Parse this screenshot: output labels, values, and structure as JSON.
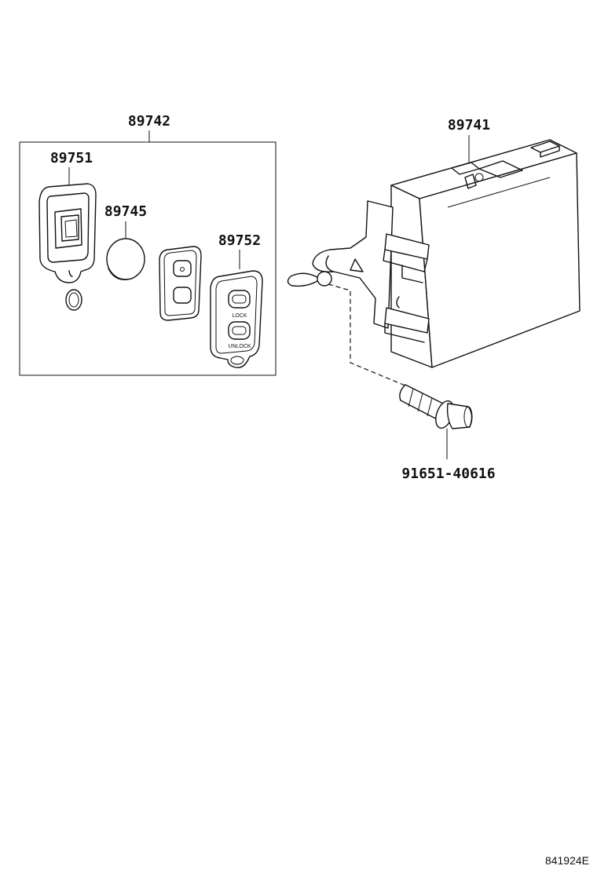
{
  "labels": {
    "kit": "89742",
    "transmitter_case": "89751",
    "battery": "89745",
    "transmitter": "89752",
    "receiver": "89741",
    "bolt": "91651-40616"
  },
  "key_fob": {
    "lock_text": "LOCK",
    "unlock_text": "UNLOCK"
  },
  "figure_code": "841924E",
  "colors": {
    "line": "#111111",
    "background": "#ffffff"
  }
}
